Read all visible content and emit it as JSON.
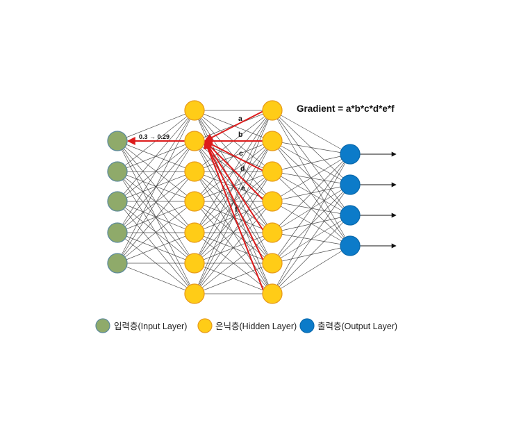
{
  "diagram": {
    "formula": "Gradient = a*b*c*d*e*f",
    "update_label": "0.3 → 0.29",
    "edge_labels": [
      "a",
      "b",
      "c",
      "d",
      "e",
      "f"
    ],
    "layers": [
      {
        "name": "input",
        "count": 5,
        "color": "#8faa6a",
        "stroke": "#5d8a9c"
      },
      {
        "name": "hidden1",
        "count": 7,
        "color": "#ffcc17",
        "stroke": "#e79a1d"
      },
      {
        "name": "hidden2",
        "count": 7,
        "color": "#ffcc17",
        "stroke": "#e79a1d"
      },
      {
        "name": "output",
        "count": 4,
        "color": "#0c7bc9",
        "stroke": "#0a6aae"
      }
    ],
    "edge_color": "#333333",
    "highlight_color": "#dd1c1c"
  },
  "legend": {
    "input": "입력층(Input Layer)",
    "hidden": "은닉층(Hidden Layer)",
    "output": "출력층(Output Layer)"
  }
}
